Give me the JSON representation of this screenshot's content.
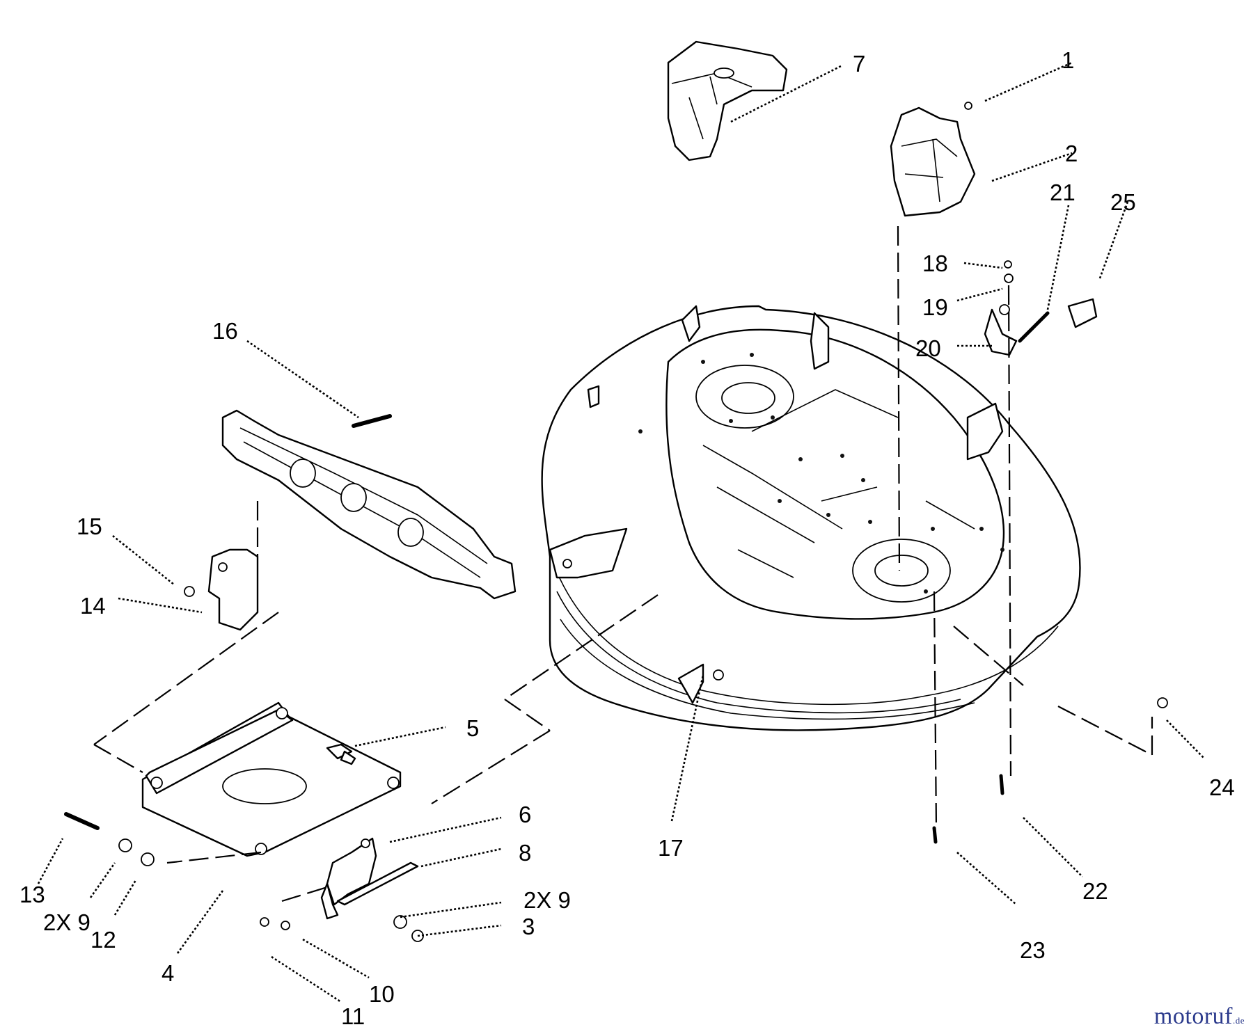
{
  "diagram": {
    "callouts": {
      "c1": "1",
      "c2": "2",
      "c3": "3",
      "c4": "4",
      "c5": "5",
      "c6": "6",
      "c7": "7",
      "c8": "8",
      "c9a": "2X 9",
      "c9b": "2X 9",
      "c10": "10",
      "c11": "11",
      "c12": "12",
      "c13": "13",
      "c14": "14",
      "c15": "15",
      "c16": "16",
      "c17": "17",
      "c18": "18",
      "c19": "19",
      "c20": "20",
      "c21": "21",
      "c22": "22",
      "c23": "23",
      "c24": "24",
      "c25": "25"
    }
  },
  "watermark": {
    "brand": "motoruf",
    "tld": ".de"
  },
  "colors": {
    "line": "#000000",
    "background": "#ffffff",
    "watermark_blue": "#2b3a8c",
    "watermark_orange": "#e87722"
  }
}
